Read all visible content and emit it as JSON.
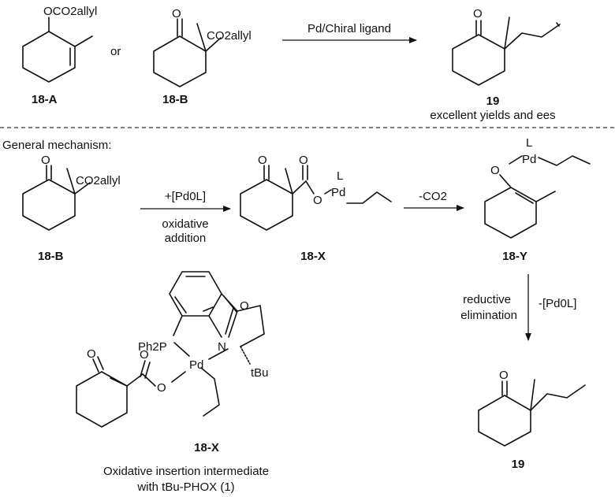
{
  "labels": {
    "s18a_sub": "OCO2allyl",
    "s18b_sub": "CO2allyl",
    "or": "or",
    "cond_top": "Pd/Chiral ligand",
    "c18a": "18-A",
    "c18b": "18-B",
    "c19": "19",
    "yields": "excellent yields and ees",
    "general": "General mechanism:",
    "m18b_sub": "CO2allyl",
    "oxadd_reagent": "+[Pd0L]",
    "oxadd_1": "oxidative",
    "oxadd_2": "addition",
    "m18b": "18-B",
    "m18x": "18-X",
    "minus_co2": "-CO2",
    "m18y": "18-Y",
    "re_1": "reductive",
    "re_2": "elimination",
    "re_reagent": "-[Pd0L]",
    "m19": "19",
    "phox_18x": "18-X",
    "phox_caption_1": "Oxidative insertion intermediate",
    "phox_caption_2": "with tBu-PHOX (1)"
  },
  "atoms": {
    "O": "O",
    "Pd": "Pd",
    "L": "L",
    "N": "N",
    "Ph2P": "Ph2P",
    "tBu": "tBu"
  }
}
